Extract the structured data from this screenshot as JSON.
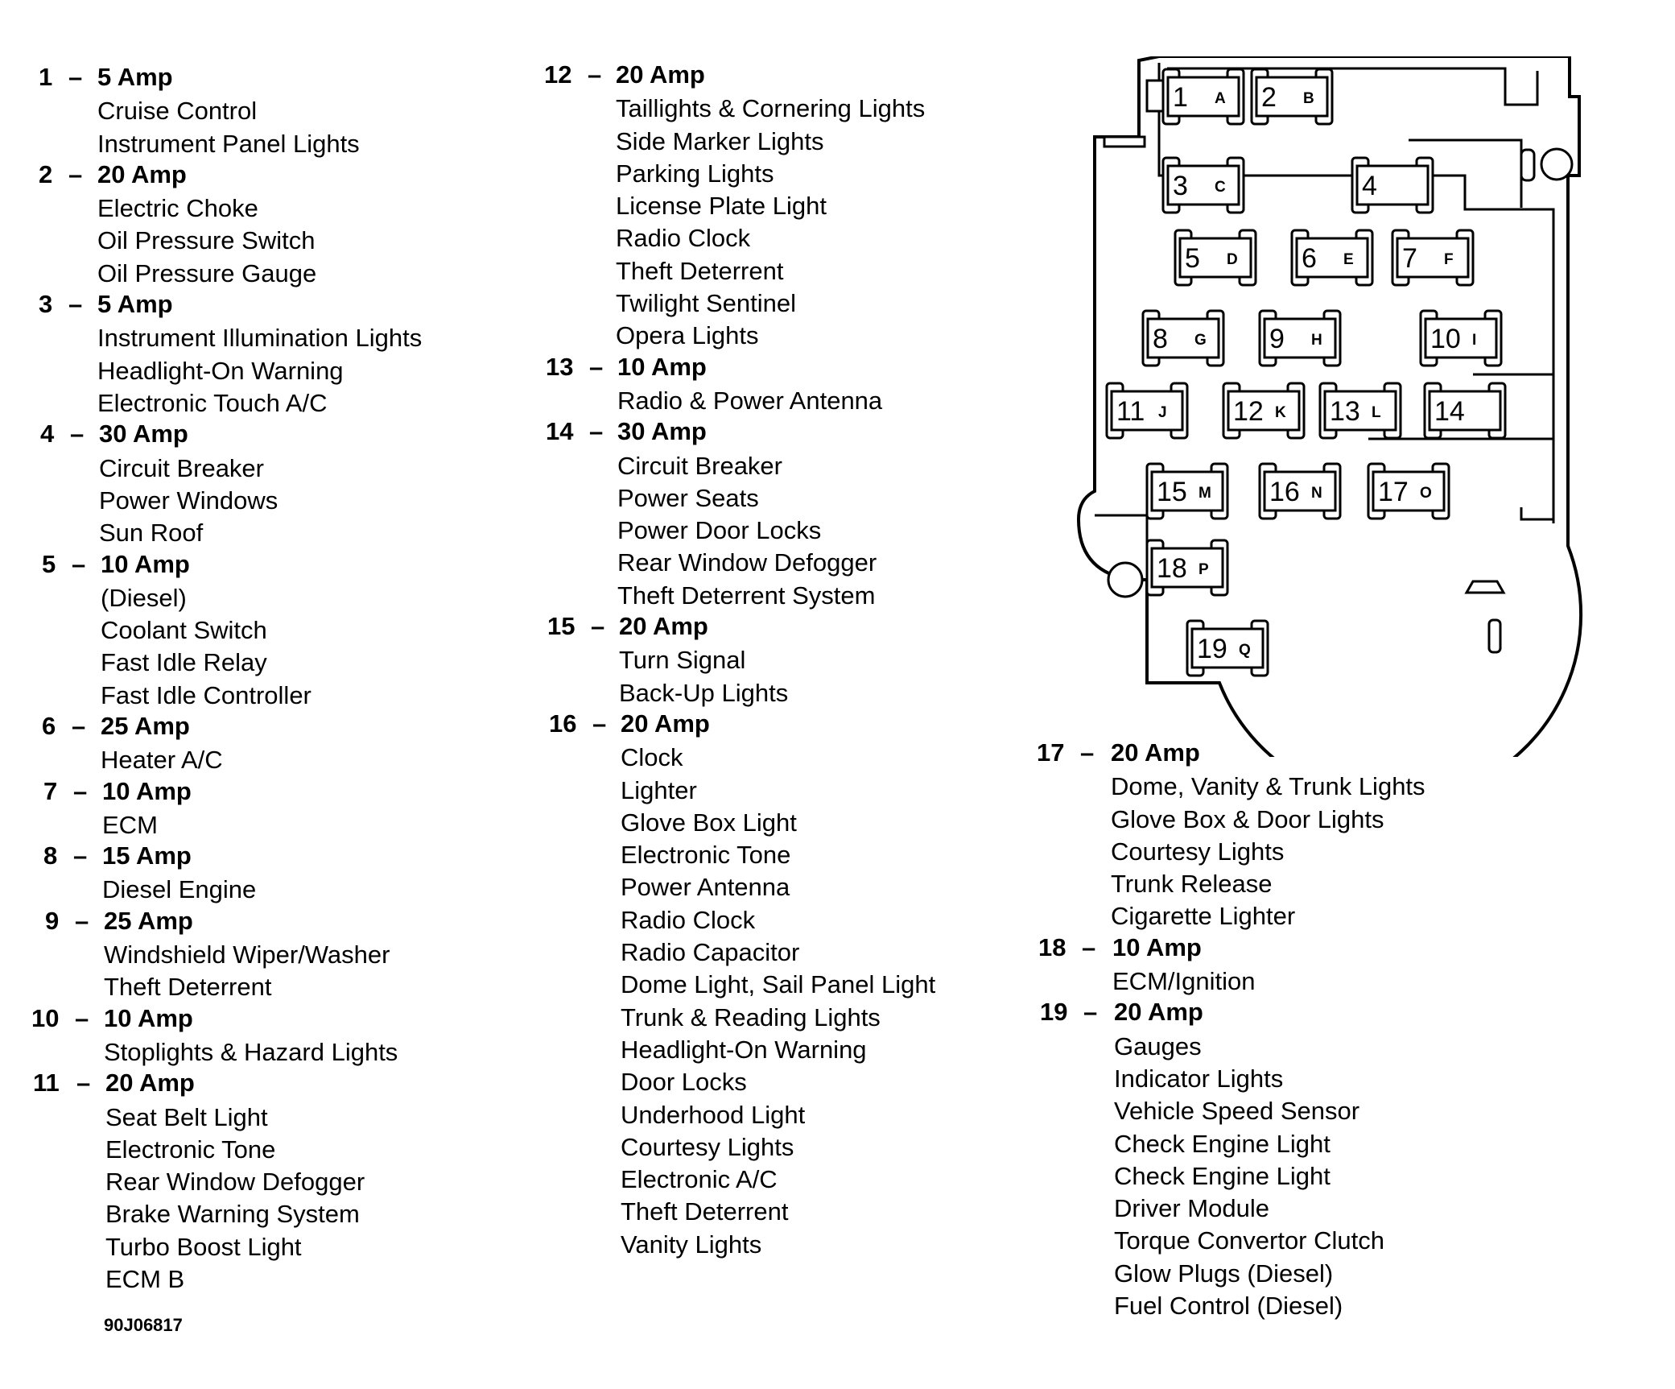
{
  "fuses": [
    {
      "number": "1",
      "amp": "5 Amp",
      "circuits": [
        "Cruise Control",
        "Instrument Panel Lights"
      ]
    },
    {
      "number": "2",
      "amp": "20 Amp",
      "circuits": [
        "Electric Choke",
        "Oil Pressure Switch",
        "Oil Pressure Gauge"
      ]
    },
    {
      "number": "3",
      "amp": "5 Amp",
      "circuits": [
        "Instrument Illumination Lights",
        "Headlight-On Warning",
        "Electronic Touch A/C"
      ]
    },
    {
      "number": "4",
      "amp": "30 Amp",
      "circuits": [
        "Circuit Breaker",
        "Power Windows",
        "Sun Roof"
      ]
    },
    {
      "number": "5",
      "amp": "10 Amp",
      "circuits": [
        "(Diesel)",
        "Coolant Switch",
        "Fast Idle Relay",
        "Fast Idle Controller"
      ]
    },
    {
      "number": "6",
      "amp": "25 Amp",
      "circuits": [
        "Heater A/C"
      ]
    },
    {
      "number": "7",
      "amp": "10 Amp",
      "circuits": [
        "ECM"
      ]
    },
    {
      "number": "8",
      "amp": "15 Amp",
      "circuits": [
        "Diesel Engine"
      ]
    },
    {
      "number": "9",
      "amp": "25 Amp",
      "circuits": [
        "Windshield Wiper/Washer",
        "Theft Deterrent"
      ]
    },
    {
      "number": "10",
      "amp": "10 Amp",
      "circuits": [
        "Stoplights & Hazard Lights"
      ]
    },
    {
      "number": "11",
      "amp": "20 Amp",
      "circuits": [
        "Seat Belt Light",
        "Electronic Tone",
        "Rear Window Defogger",
        "Brake Warning System",
        "Turbo Boost Light",
        "ECM B"
      ]
    },
    {
      "number": "12",
      "amp": "20 Amp",
      "circuits": [
        "Taillights & Cornering Lights",
        "Side Marker Lights",
        "Parking Lights",
        "License Plate Light",
        "Radio Clock",
        "Theft Deterrent",
        "Twilight Sentinel",
        "Opera Lights"
      ]
    },
    {
      "number": "13",
      "amp": "10 Amp",
      "circuits": [
        "Radio & Power Antenna"
      ]
    },
    {
      "number": "14",
      "amp": "30 Amp",
      "circuits": [
        "Circuit Breaker",
        "Power Seats",
        "Power Door Locks",
        "Rear Window Defogger",
        "Theft Deterrent System"
      ]
    },
    {
      "number": "15",
      "amp": "20 Amp",
      "circuits": [
        "Turn Signal",
        "Back-Up Lights"
      ]
    },
    {
      "number": "16",
      "amp": "20 Amp",
      "circuits": [
        "Clock",
        "Lighter",
        "Glove Box Light",
        "Electronic Tone",
        "Power Antenna",
        "Radio Clock",
        "Radio Capacitor",
        "Dome Light, Sail Panel Light",
        "Trunk & Reading Lights",
        "Headlight-On Warning",
        "Door Locks",
        "Underhood Light",
        "Courtesy Lights",
        "Electronic A/C",
        "Theft Deterrent",
        "Vanity Lights"
      ]
    },
    {
      "number": "17",
      "amp": "20 Amp",
      "circuits": [
        "Dome, Vanity & Trunk Lights",
        "Glove Box & Door Lights",
        "Courtesy Lights",
        "Trunk Release",
        "Cigarette Lighter"
      ]
    },
    {
      "number": "18",
      "amp": "10 Amp",
      "circuits": [
        "ECM/Ignition"
      ]
    },
    {
      "number": "19",
      "amp": "20 Amp",
      "circuits": [
        "Gauges",
        "Indicator Lights",
        "Vehicle Speed Sensor",
        "Check Engine Light",
        "Check Engine Light",
        "Driver Module",
        "Torque Convertor Clutch",
        "Glow Plugs (Diesel)",
        "Fuel Control (Diesel)"
      ]
    }
  ],
  "dash": "–",
  "diagram_code": "90J06817",
  "diagram": {
    "slots": [
      {
        "n": "1",
        "l": "A"
      },
      {
        "n": "2",
        "l": "B"
      },
      {
        "n": "3",
        "l": "C"
      },
      {
        "n": "4",
        "l": ""
      },
      {
        "n": "5",
        "l": "D"
      },
      {
        "n": "6",
        "l": "E"
      },
      {
        "n": "7",
        "l": "F"
      },
      {
        "n": "8",
        "l": "G"
      },
      {
        "n": "9",
        "l": "H"
      },
      {
        "n": "10",
        "l": "I"
      },
      {
        "n": "11",
        "l": "J"
      },
      {
        "n": "12",
        "l": "K"
      },
      {
        "n": "13",
        "l": "L"
      },
      {
        "n": "14",
        "l": ""
      },
      {
        "n": "15",
        "l": "M"
      },
      {
        "n": "16",
        "l": "N"
      },
      {
        "n": "17",
        "l": "O"
      },
      {
        "n": "18",
        "l": "P"
      },
      {
        "n": "19",
        "l": "Q"
      }
    ]
  }
}
